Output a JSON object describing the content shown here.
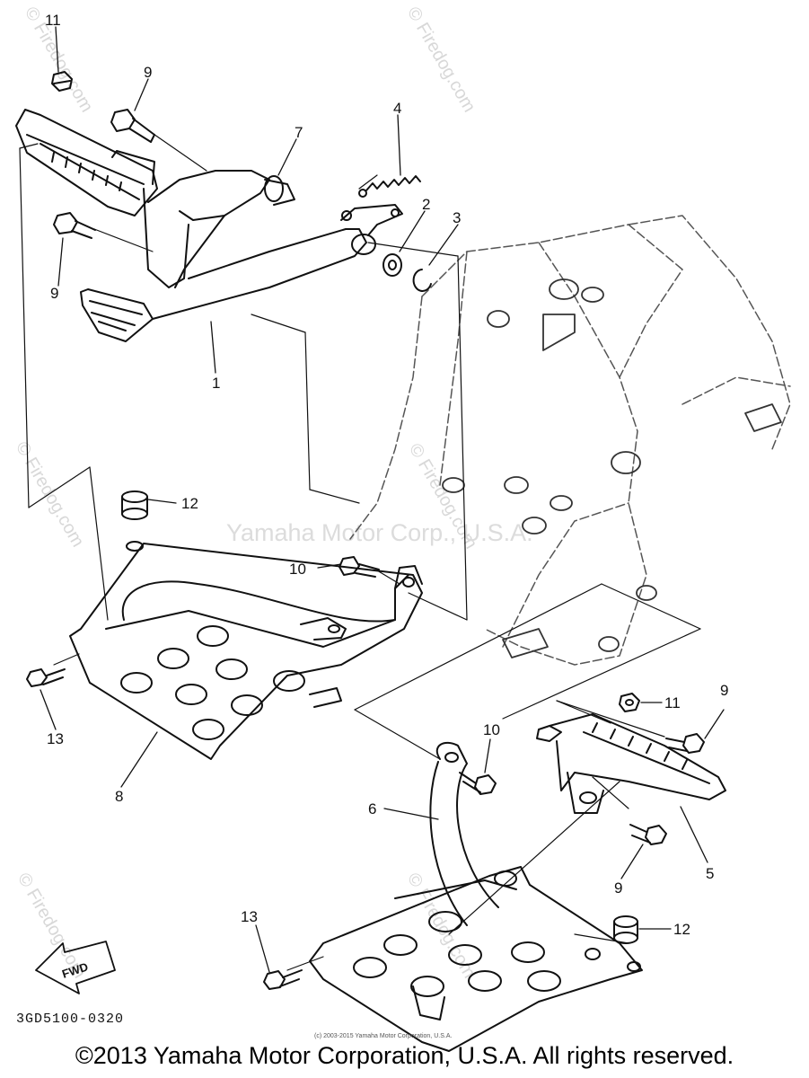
{
  "diagram": {
    "part_code": "3GD5100-0320",
    "fwd_label": "FWD",
    "small_copyright": "(c) 2003-2015 Yamaha Motor Corporation, U.S.A.",
    "copyright": "©2013 Yamaha Motor Corporation, U.S.A. All rights reserved.",
    "watermarks": {
      "center": "Yamaha Motor Corp., U.S.A.",
      "firedog": "© Firedog.com"
    },
    "callouts": {
      "c11_top": "11",
      "c9_top": "9",
      "c7": "7",
      "c4": "4",
      "c2": "2",
      "c3": "3",
      "c9_left": "9",
      "c1": "1",
      "c12_left": "12",
      "c10_left": "10",
      "c13_left": "13",
      "c8": "8",
      "c11_right": "11",
      "c9_right": "9",
      "c10_mid": "10",
      "c6": "6",
      "c5": "5",
      "c9_bottom": "9",
      "c13_bottom": "13",
      "c12_bottom": "12"
    }
  }
}
